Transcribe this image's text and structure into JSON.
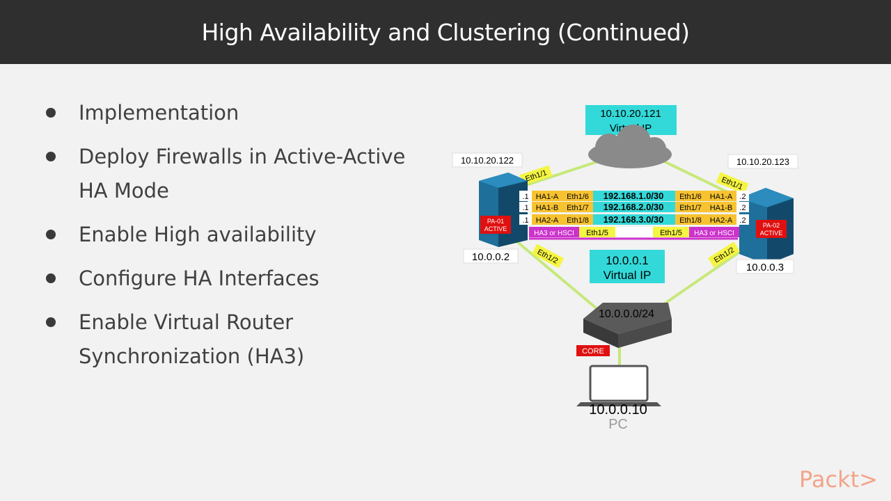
{
  "slide": {
    "title": "High Availability and Clustering (Continued)",
    "bullets": [
      "Implementation",
      "Deploy Firewalls in Active-Active HA Mode",
      "Enable High availability",
      "Configure HA Interfaces",
      "Enable Virtual Router Synchronization (HA3)"
    ]
  },
  "diagram": {
    "top_vip": {
      "ip": "10.10.20.121",
      "label": "Virtual IP"
    },
    "fw1_mgmt": "10.10.20.122",
    "fw2_mgmt": "10.10.20.123",
    "fw1_name": "PA-01",
    "fw1_state": "ACTIVE",
    "fw2_name": "PA-02",
    "fw2_state": "ACTIVE",
    "eth_up_left": "Eth1/1",
    "eth_up_right": "Eth1/1",
    "eth_down_left": "Eth1/2",
    "eth_down_right": "Eth1/2",
    "links": [
      {
        "left_ip": ".1",
        "left_ha": "HA1-A",
        "left_eth": "Eth1/6",
        "subnet": "192.168.1.0/30",
        "right_eth": "Eth1/6",
        "right_ha": "HA1-A",
        "right_ip": ".2"
      },
      {
        "left_ip": ".1",
        "left_ha": "HA1-B",
        "left_eth": "Eth1/7",
        "subnet": "192.168.2.0/30",
        "right_eth": "Eth1/7",
        "right_ha": "HA1-B",
        "right_ip": ".2"
      },
      {
        "left_ip": ".1",
        "left_ha": "HA2-A",
        "left_eth": "Eth1/8",
        "subnet": "192.168.3.0/30",
        "right_eth": "Eth1/8",
        "right_ha": "HA2-A",
        "right_ip": ".2"
      }
    ],
    "ha3": {
      "left_label": "HA3 or HSCI",
      "left_eth": "Eth1/5",
      "right_eth": "Eth1/5",
      "right_label": "HA3 or HSCI"
    },
    "fw1_inside_ip": "10.0.0.2",
    "fw2_inside_ip": "10.0.0.3",
    "inner_vip": {
      "ip": "10.0.0.1",
      "label": "Virtual IP"
    },
    "switch_subnet": "10.0.0.0/24",
    "core_label": "CORE",
    "pc_ip": "10.0.0.10",
    "pc_label": "PC"
  },
  "brand": {
    "logo_text": "Packt>"
  },
  "colors": {
    "titlebar": "#2f2f2f",
    "link_line": "#c6e87a",
    "cyan_box": "#33d9d9",
    "ha_label": "#f7c331",
    "subnet_box": "#33d9d9",
    "ha3_label": "#cc33cc",
    "core_badge": "#e01010",
    "firewall": "#1e6f9a"
  }
}
